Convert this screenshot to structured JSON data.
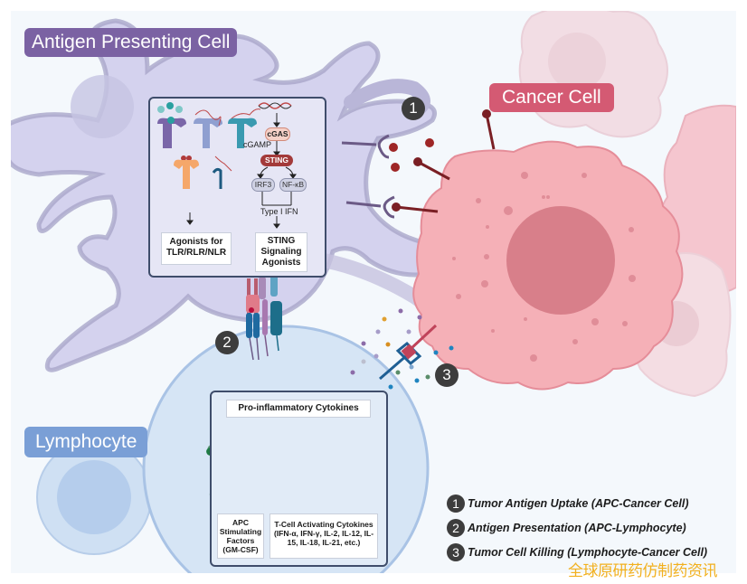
{
  "figure": {
    "labels": {
      "apc": "Antigen Presenting Cell",
      "cancer": "Cancer Cell",
      "lymphocyte": "Lymphocyte"
    },
    "apc_panel": {
      "sting_pathway": {
        "cgas": "cGAS",
        "cgamp": "cGAMP",
        "sting": "STING",
        "irf3": "IRF3",
        "nfkb": "NF-κB",
        "output": "Type I IFN"
      },
      "left_box": "Agonists for TLR/RLR/NLR",
      "right_box": "STING Signaling Agonists"
    },
    "lymph_panel": {
      "title": "Pro-inflammatory Cytokines",
      "left_box": "APC Stimulating Factors (GM-CSF)",
      "right_box": "T-Cell Activating Cytokines (IFN-α, IFN-γ, IL-2, IL-12, IL-15, IL-18, IL-21, etc.)"
    },
    "step_badges": [
      "1",
      "2",
      "3"
    ],
    "legend": [
      {
        "num": "1",
        "text": "Tumor Antigen Uptake (APC-Cancer Cell)"
      },
      {
        "num": "2",
        "text": "Antigen Presentation (APC-Lymphocyte)"
      },
      {
        "num": "3",
        "text": "Tumor Cell Killing (Lymphocyte-Cancer Cell)"
      }
    ],
    "watermark": "全球原研药仿制药资讯",
    "colors": {
      "apc": "#7b62a3",
      "cancer": "#d45a73",
      "lymphocyte": "#7a9fd6",
      "sting": "#a33a3a",
      "badge": "#3d3d3d",
      "watermark": "#f2b01e"
    }
  }
}
